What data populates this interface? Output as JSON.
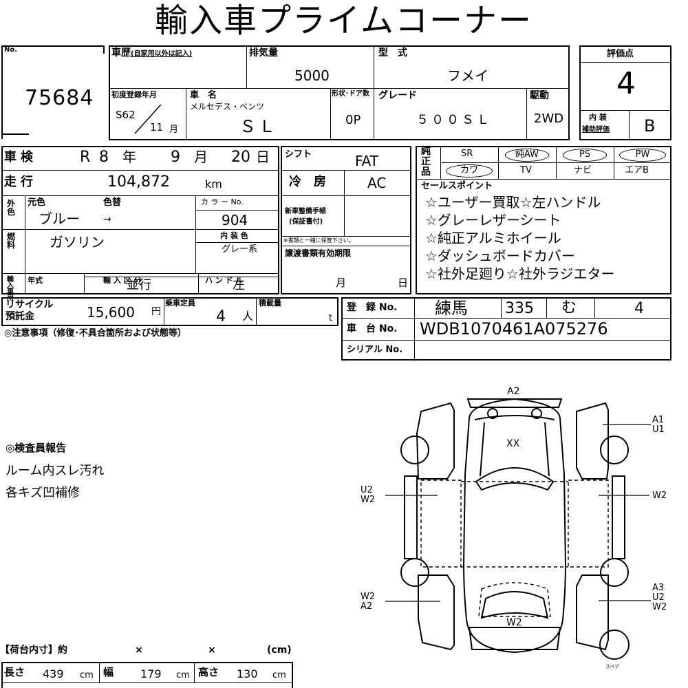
{
  "title": "輸入車プライムコーナー",
  "no": {
    "label": "No.",
    "value": "75684"
  },
  "history": {
    "label": "車歴",
    "note": "(自家用以外は記入)",
    "value": ""
  },
  "displacement": {
    "label": "排気量",
    "value": "5000"
  },
  "model_type": {
    "label": "型　式",
    "value": "フメイ"
  },
  "score": {
    "label": "評価点",
    "value": "4",
    "interior_label1": "内 装",
    "interior_label2": "補助評価",
    "interior_value": "B"
  },
  "first_reg": {
    "label": "初度登録年月",
    "era": "S62",
    "month": "11",
    "month_unit": "月"
  },
  "car_name": {
    "label": "車　名",
    "maker": "メルセデス・ベンツ",
    "value": "ＳＬ"
  },
  "body_doors": {
    "label": "形状･ドア数",
    "value": "0P"
  },
  "grade": {
    "label": "グレード",
    "value": "５００ＳＬ"
  },
  "drive": {
    "label": "駆動",
    "value": "2WD"
  },
  "inspection": {
    "label": "車検",
    "era": "R",
    "year": "8",
    "year_unit": "年",
    "month": "9",
    "month_unit": "月",
    "day": "20",
    "day_unit": "日"
  },
  "shift": {
    "label": "シフト",
    "value": "FAT"
  },
  "equipment": {
    "label": "純正品",
    "row1": [
      "SR",
      "純AW",
      "PS",
      "PW"
    ],
    "row2": [
      "カワ",
      "TV",
      "ナビ",
      "エアB"
    ]
  },
  "mileage": {
    "label": "走行",
    "value": "104,872",
    "unit": "km"
  },
  "ac": {
    "label": "冷　房",
    "value": "AC"
  },
  "selling_points": {
    "label": "セールスポイント",
    "lines": [
      "☆ユーザー買取☆左ハンドル",
      "☆グレーレザーシート",
      "☆純正アルミホイール",
      "☆ダッシュボードカバー",
      "☆社外足廻り☆社外ラジエター"
    ]
  },
  "exterior": {
    "label": "外色",
    "orig_label": "元色",
    "repaint_label": "色替",
    "orig_value": "ブルー",
    "arrow": "→",
    "code_label": "カ ラ ー No.",
    "code_value": "904"
  },
  "maintenance_book": {
    "label1": "新車整備手帳",
    "label2": "(保証書付)",
    "note": "※書類と一緒に保管下さい。"
  },
  "fuel": {
    "label": "燃料",
    "value": "ガソリン",
    "interior_color_label": "内 装 色",
    "interior_color_value": "グレー系"
  },
  "import": {
    "label": "輸入車用",
    "year_label": "年式",
    "category_label": "輸 入 区 分",
    "category_value": "並行",
    "handle_label": "ハ ン ド ル",
    "handle_value": "左"
  },
  "transfer": {
    "label": "譲渡書類有効期限",
    "month_unit": "月",
    "day_unit": "日"
  },
  "recycle": {
    "label1": "リサイクル",
    "label2": "預託金",
    "value": "15,600",
    "unit": "円"
  },
  "capacity": {
    "label": "乗車定員",
    "value": "4",
    "unit": "人"
  },
  "load": {
    "label": "積載量",
    "unit": "t"
  },
  "registration": {
    "label": "登　録 No.",
    "area": "練馬",
    "class": "335",
    "kana": "む",
    "number": "4"
  },
  "chassis": {
    "label": "車　台 No.",
    "value": "WDB1070461A075276"
  },
  "serial": {
    "label": "シリアル No.",
    "value": ""
  },
  "notes_heading": "◎注意事項（修復･不具合箇所および状態等）",
  "inspector": {
    "heading": "◎検査員報告",
    "lines": [
      "ルーム内スレ汚れ",
      "各キズ凹補修"
    ]
  },
  "diagram": {
    "front": "A2",
    "roof": "XX",
    "right_front": [
      "A1",
      "U1"
    ],
    "left_side": [
      "U2",
      "W2"
    ],
    "right_side": "W2",
    "left_rear": [
      "W2",
      "A2"
    ],
    "right_rear": [
      "A3",
      "U2",
      "W2"
    ],
    "rear": "W2",
    "spare": "スペア"
  },
  "cargo": {
    "heading": "【荷台内寸】約",
    "x1": "×",
    "x2": "×",
    "unit_label": "(cm)",
    "length_label": "長さ",
    "length": "439",
    "width_label": "幅",
    "width": "179",
    "height_label": "高さ",
    "height": "130",
    "unit": "cm"
  }
}
